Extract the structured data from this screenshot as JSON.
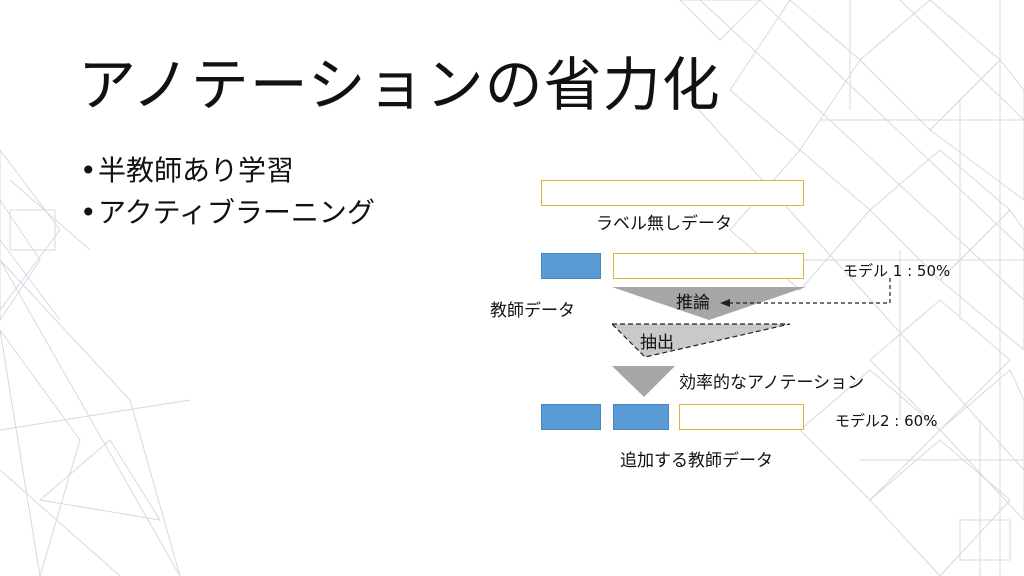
{
  "slide": {
    "title": "アノテーションの省力化",
    "bullets": [
      "半教師あり学習",
      "アクティブラーニング"
    ]
  },
  "diagram": {
    "unlabeled_label": "ラベル無しデータ",
    "teacher_label": "教師データ",
    "inference_label": "推論",
    "extract_label": "抽出",
    "efficient_label": "効率的なアノテーション",
    "added_teacher_label": "追加する教師データ",
    "model1_label": "モデル 1 : 50%",
    "model2_label": "モデル2 : 60%"
  },
  "colors": {
    "accent_blue": "#5b9bd5",
    "border_yellow": "#d9b838",
    "arrow_gray": "#a6a6a6"
  }
}
